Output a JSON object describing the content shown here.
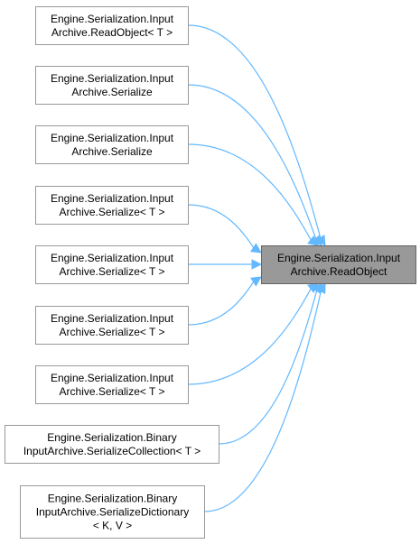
{
  "target": {
    "lines": [
      "Engine.Serialization.Input",
      "Archive.ReadObject"
    ]
  },
  "callers": [
    {
      "lines": [
        "Engine.Serialization.Input",
        "Archive.ReadObject< T >"
      ]
    },
    {
      "lines": [
        "Engine.Serialization.Input",
        "Archive.Serialize"
      ]
    },
    {
      "lines": [
        "Engine.Serialization.Input",
        "Archive.Serialize"
      ]
    },
    {
      "lines": [
        "Engine.Serialization.Input",
        "Archive.Serialize< T >"
      ]
    },
    {
      "lines": [
        "Engine.Serialization.Input",
        "Archive.Serialize< T >"
      ]
    },
    {
      "lines": [
        "Engine.Serialization.Input",
        "Archive.Serialize< T >"
      ]
    },
    {
      "lines": [
        "Engine.Serialization.Input",
        "Archive.Serialize< T >"
      ]
    },
    {
      "lines": [
        "Engine.Serialization.Binary",
        "InputArchive.SerializeCollection< T >"
      ]
    },
    {
      "lines": [
        "Engine.Serialization.Binary",
        "InputArchive.SerializeDictionary",
        "< K, V >"
      ]
    }
  ],
  "colors": {
    "edge": "#63b8ff",
    "target_fill": "#999999",
    "box_border": "#999999"
  }
}
